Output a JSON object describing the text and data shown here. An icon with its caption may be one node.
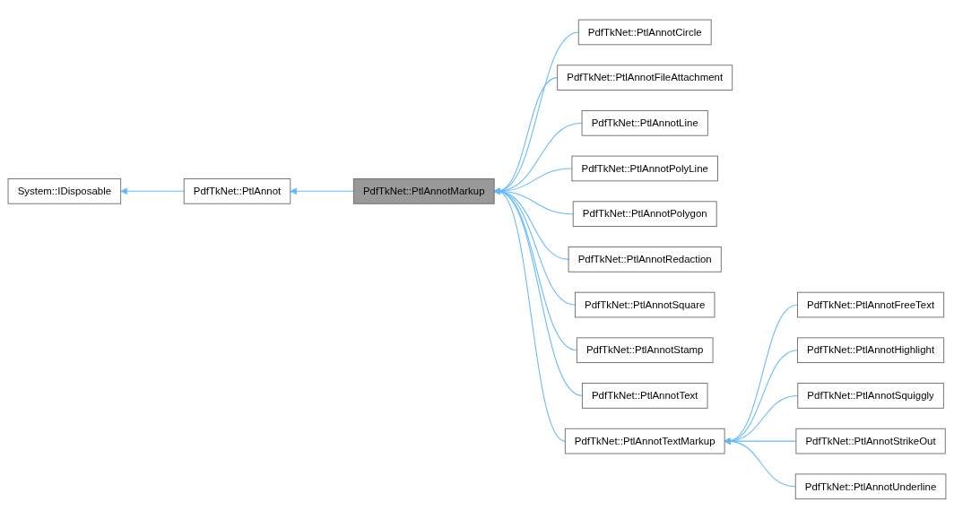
{
  "diagram": {
    "nodes": [
      {
        "text": [
          "System::IDisposable"
        ]
      },
      {
        "text": [
          "PdfTkNet::PtlAnnot"
        ]
      },
      {
        "text": [
          "PdfTkNet::PtlAnnotMarkup"
        ]
      },
      {
        "text": [
          "PdfTkNet::PtlAnnotCircle"
        ]
      },
      {
        "text": [
          "PdfTkNet::PtlAnnotFileAttachment"
        ]
      },
      {
        "text": [
          "PdfTkNet::PtlAnnotLine"
        ]
      },
      {
        "text": [
          "PdfTkNet::PtlAnnotPolyLine"
        ]
      },
      {
        "text": [
          "PdfTkNet::PtlAnnotPolygon"
        ]
      },
      {
        "text": [
          "PdfTkNet::PtlAnnotRedaction"
        ]
      },
      {
        "text": [
          "PdfTkNet::PtlAnnotSquare"
        ]
      },
      {
        "text": [
          "PdfTkNet::PtlAnnotStamp"
        ]
      },
      {
        "text": [
          "PdfTkNet::PtlAnnotText"
        ]
      },
      {
        "text": [
          "PdfTkNet::PtlAnnotTextMarkup"
        ]
      },
      {
        "text": [
          "PdfTkNet::PtlAnnotFreeText"
        ]
      },
      {
        "text": [
          "PdfTkNet::PtlAnnotHighlight"
        ]
      },
      {
        "text": [
          "PdfTkNet::PtlAnnotSquiggly"
        ]
      },
      {
        "text": [
          "PdfTkNet::PtlAnnotStrikeOut"
        ]
      },
      {
        "text": [
          "PdfTkNet::PtlAnnotUnderline"
        ]
      }
    ],
    "edges": [
      {
        "from": 1,
        "to": 0,
        "arrow": "to"
      },
      {
        "from": 2,
        "to": 1,
        "arrow": "to"
      },
      {
        "from": 3,
        "to": 2,
        "arrow": "to"
      },
      {
        "from": 4,
        "to": 2,
        "arrow": "to"
      },
      {
        "from": 5,
        "to": 2,
        "arrow": "to"
      },
      {
        "from": 6,
        "to": 2,
        "arrow": "to"
      },
      {
        "from": 7,
        "to": 2,
        "arrow": "to"
      },
      {
        "from": 8,
        "to": 2,
        "arrow": "to"
      },
      {
        "from": 9,
        "to": 2,
        "arrow": "to"
      },
      {
        "from": 10,
        "to": 2,
        "arrow": "to"
      },
      {
        "from": 11,
        "to": 2,
        "arrow": "to"
      },
      {
        "from": 12,
        "to": 2,
        "arrow": "to"
      },
      {
        "from": 13,
        "to": 12,
        "arrow": "to"
      },
      {
        "from": 14,
        "to": 12,
        "arrow": "to"
      },
      {
        "from": 15,
        "to": 12,
        "arrow": "to"
      },
      {
        "from": 16,
        "to": 12,
        "arrow": "to"
      },
      {
        "from": 17,
        "to": 12,
        "arrow": "to"
      }
    ]
  }
}
